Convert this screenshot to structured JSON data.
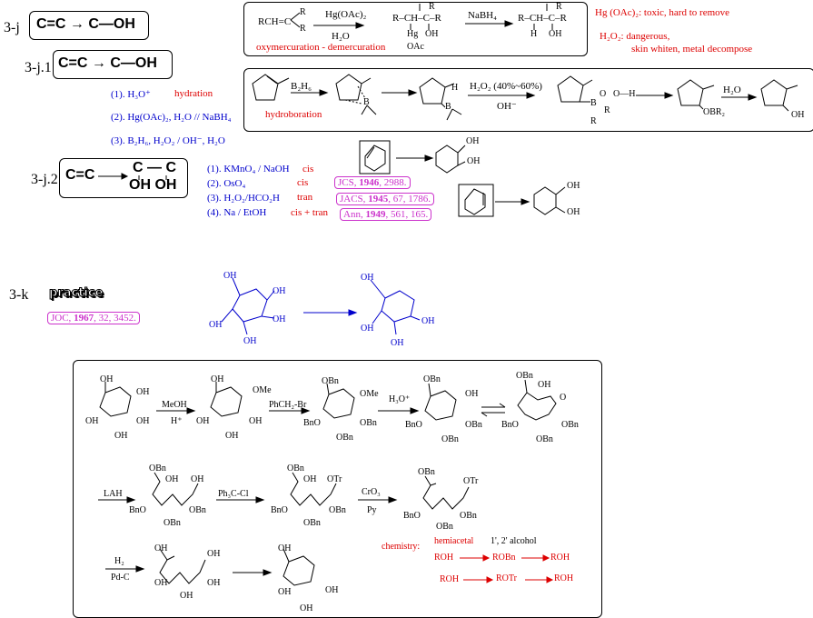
{
  "section_3j": {
    "label": "3-j",
    "reaction": "C=C → C—OH",
    "oxymercuration": {
      "reagent1": "Hg(OAc)₂",
      "reagent2": "H₂O",
      "reagent3": "NaBH₄",
      "caption": "oxymercuration - demercuration",
      "sub_R": "R",
      "start": "RCH=C",
      "int_chain": "R–CH–C–R",
      "int_Hg": "Hg",
      "int_OAc": "OAc",
      "int_OH": "OH",
      "prod_chain": "R–CH–C–R",
      "prod_H": "H",
      "prod_OH": "OH"
    },
    "notes": {
      "hg_note": "Hg (OAc)₂:  toxic, hard to remove",
      "h2o2_note1": "H₂O₂:  dangerous,",
      "h2o2_note2": "skin whiten, metal decompose"
    }
  },
  "section_3j1": {
    "label": "3-j.1",
    "reaction": "C=C → C—OH",
    "methods": [
      {
        "text": "(1).  H₃O⁺",
        "note": "hydration"
      },
      {
        "text": "(2). Hg(OAc)₂, H₂O // NaBH₄",
        "note": ""
      },
      {
        "text": "(3). B₂H₆, H₂O₂ / OH⁻, H₂O",
        "note": ""
      }
    ],
    "hydroboration": {
      "caption": "hydroboration",
      "reagent_b2h6": "B₂H₆",
      "reagent_h2o2": "H₂O₂ (40%~60%)",
      "reagent_oh": "OH⁻",
      "reagent_h2o": "H₂O",
      "label_B": "B",
      "label_H": "H",
      "label_O": "O",
      "label_OH_link": "O—H",
      "label_R": "R",
      "label_OBR2": "OBR₂",
      "label_OH": "OH"
    }
  },
  "section_3j2": {
    "label": "3-j.2",
    "reaction_lhs": "C=C",
    "reaction_rhs_top": "C — C",
    "reaction_rhs_bottom": "OH   OH",
    "methods": [
      {
        "text": "(1). KMnO₄ / NaOH",
        "stereo": "cis"
      },
      {
        "text": "(2). OsO₄",
        "stereo": "cis"
      },
      {
        "text": "(3). H₂O₂/HCO₂H",
        "stereo": "tran"
      },
      {
        "text": "(4). Na / EtOH",
        "stereo": "cis + tran"
      }
    ],
    "refs": [
      {
        "journal": "JCS, ",
        "year": "1946",
        "rest": ", 2988."
      },
      {
        "journal": "JACS, ",
        "year": "1945",
        "rest": ", 67, 1786."
      },
      {
        "journal": "Ann, ",
        "year": "1949",
        "rest": ", 561, 165."
      }
    ],
    "diol_OH": "OH"
  },
  "section_3k": {
    "label": "3-k",
    "practice": "practice",
    "ref": {
      "journal": "JOC, ",
      "year": "1967",
      "rest": ", 32, 3452."
    },
    "OH": "OH"
  },
  "synthesis": {
    "labels": {
      "OH": "OH",
      "OMe": "OMe",
      "OBn": "OBn",
      "BnO": "BnO",
      "OTr": "OTr",
      "O": "O"
    },
    "reagents": {
      "meoh": "MeOH",
      "hplus": "H⁺",
      "bnbr": "PhCH₂-Br",
      "h3o": "H₃O⁺",
      "lah": "LAH",
      "trcl": "Ph₃C-Cl",
      "cro3": "CrO₃",
      "py": "Py",
      "h2": "H₂",
      "pdc": "Pd-C"
    },
    "chemistry": {
      "label": "chemistry:",
      "hemiacetal": "hemiacetal",
      "alcohol_type": "1', 2' alcohol",
      "row1": [
        "ROH",
        "ROBn",
        "ROH"
      ],
      "row2": [
        "ROH",
        "ROTr",
        "ROH"
      ]
    }
  },
  "colors": {
    "blue": "#0000cc",
    "red": "#dd0000",
    "magenta": "#cc33cc"
  }
}
